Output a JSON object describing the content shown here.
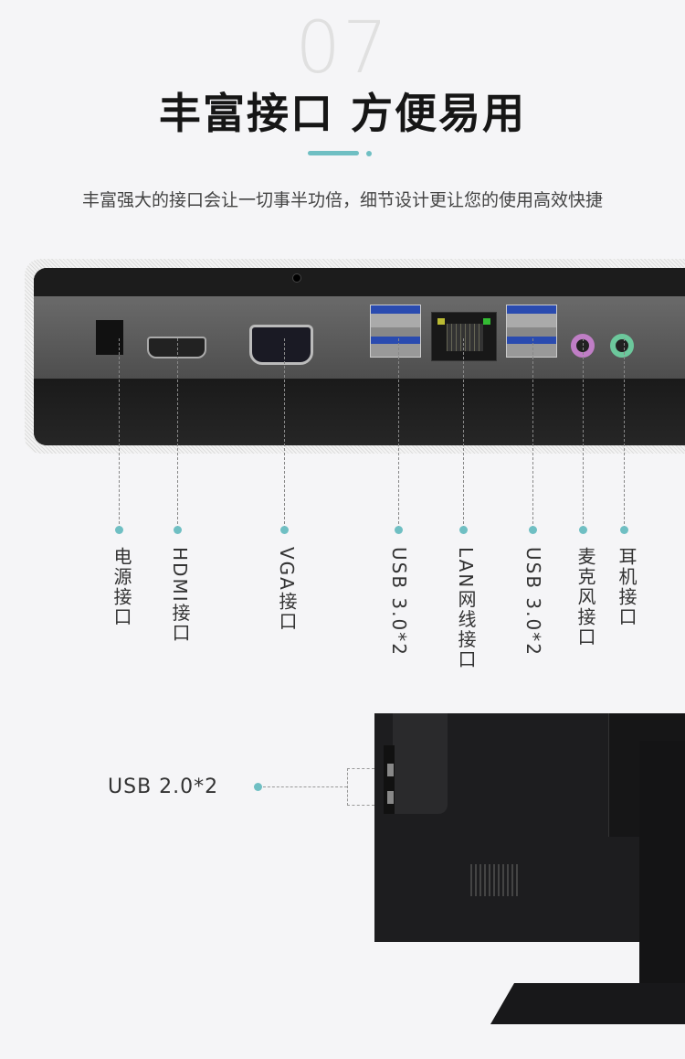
{
  "section_number": "07",
  "title": "丰富接口 方便易用",
  "subtitle": "丰富强大的接口会让一切事半功倍，细节设计更让您的使用高效快捷",
  "accent_color": "#6fbfc3",
  "ports": [
    {
      "label": "电源接口"
    },
    {
      "label": "HDMI接口"
    },
    {
      "label": "VGA接口"
    },
    {
      "label": "USB 3.0*2"
    },
    {
      "label": "LAN网线接口"
    },
    {
      "label": "USB 3.0*2"
    },
    {
      "label": "麦克风接口"
    },
    {
      "label": "耳机接口"
    }
  ],
  "side_port": {
    "label": "USB 2.0*2"
  }
}
